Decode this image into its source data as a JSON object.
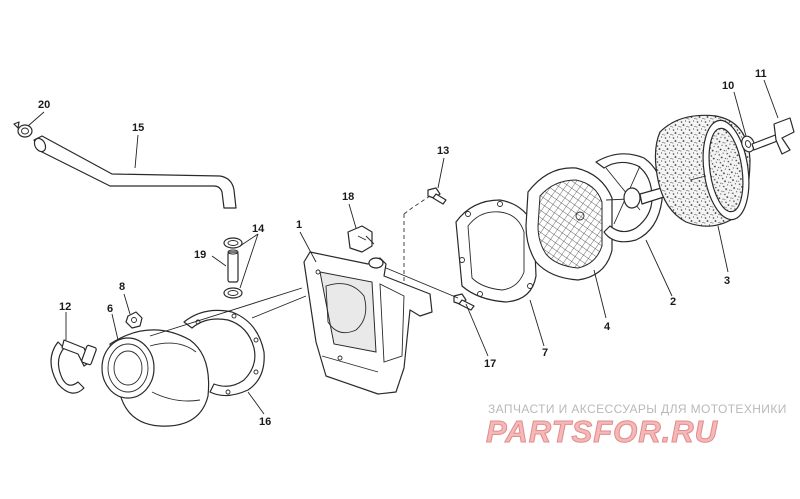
{
  "callouts": [
    "1",
    "2",
    "3",
    "4",
    "6",
    "7",
    "8",
    "10",
    "11",
    "12",
    "13",
    "14",
    "15",
    "16",
    "17",
    "18",
    "19",
    "20"
  ],
  "watermark": {
    "caption": "ЗАПЧАСТИ И АКСЕССУАРЫ ДЛЯ МОТОТЕХНИКИ",
    "logo": "PARTSFOR.RU",
    "color": "#e48b8b"
  }
}
